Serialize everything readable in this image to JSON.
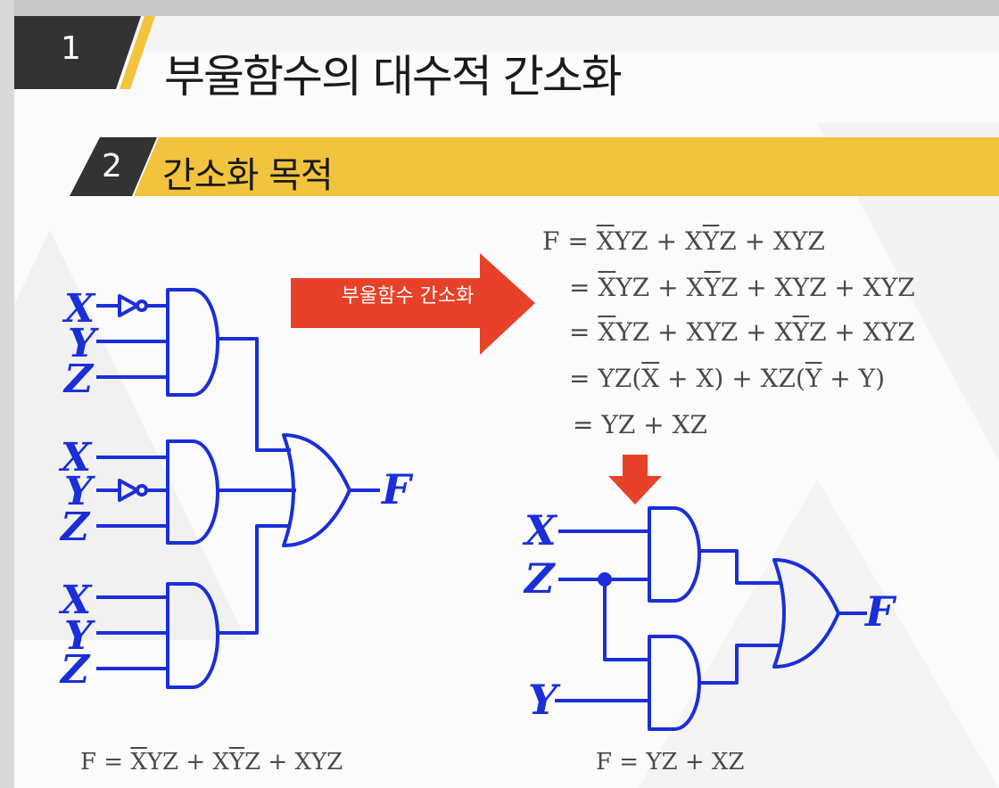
{
  "section1": {
    "number": "1",
    "title": "부울함수의 대수적 간소화"
  },
  "section2": {
    "number": "2",
    "title": "간소화 목적"
  },
  "arrow": {
    "label": "부울함수 간소화",
    "color": "#e8412a"
  },
  "accent_color": "#f2c33c",
  "dark_color": "#333333",
  "wire_color": "#1a2fd8",
  "derivation": [
    {
      "prefix": "F = ",
      "parts": [
        [
          "X",
          "o"
        ],
        [
          "YZ + X",
          ""
        ],
        [
          "Y",
          "o"
        ],
        [
          "Z + XYZ",
          ""
        ]
      ]
    },
    {
      "prefix": "= ",
      "parts": [
        [
          "X",
          "o"
        ],
        [
          "YZ + X",
          ""
        ],
        [
          "Y",
          "o"
        ],
        [
          "Z + XYZ + XYZ",
          ""
        ]
      ]
    },
    {
      "prefix": "= ",
      "parts": [
        [
          "X",
          "o"
        ],
        [
          "YZ + XYZ + X",
          ""
        ],
        [
          "Y",
          "o"
        ],
        [
          "Z + XYZ",
          ""
        ]
      ]
    },
    {
      "prefix": "= ",
      "parts": [
        [
          "YZ(",
          ""
        ],
        [
          "X",
          "o"
        ],
        [
          " + X) + XZ(",
          ""
        ],
        [
          "Y",
          "o"
        ],
        [
          " + Y)",
          ""
        ]
      ]
    },
    {
      "prefix": "= ",
      "parts": [
        [
          "YZ + XZ",
          ""
        ]
      ]
    }
  ],
  "left_caption": {
    "parts": [
      [
        "F = ",
        ""
      ],
      [
        "X",
        "o"
      ],
      [
        "YZ + X",
        ""
      ],
      [
        "Y",
        "o"
      ],
      [
        "Z + XYZ",
        ""
      ]
    ]
  },
  "right_caption": {
    "parts": [
      [
        "F = YZ + XZ",
        ""
      ]
    ]
  },
  "left_inputs": [
    "X",
    "Y",
    "Z",
    "X",
    "Y",
    "Z",
    "X",
    "Y",
    "Z"
  ],
  "left_output": "F",
  "right_inputs": [
    "X",
    "Z",
    "Y"
  ],
  "right_output": "F"
}
